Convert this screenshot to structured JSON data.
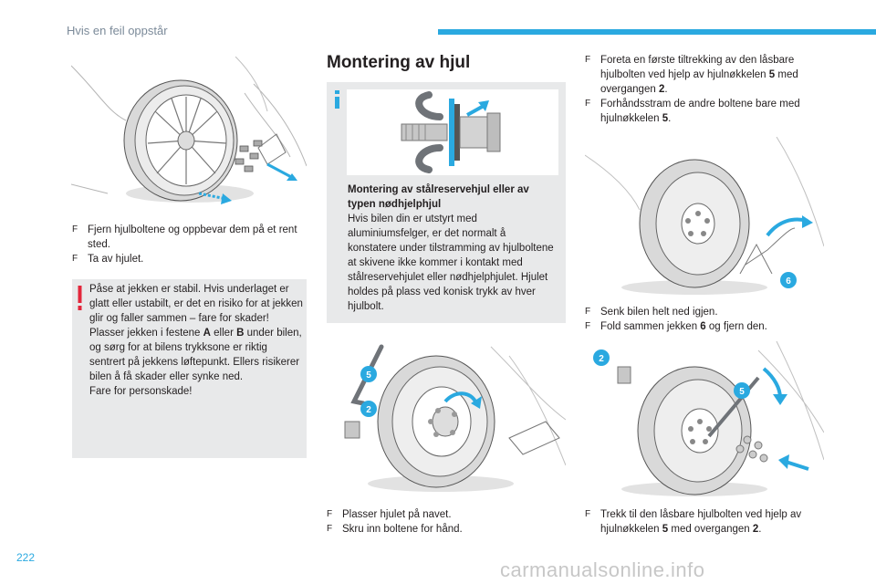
{
  "header": {
    "title": "Hvis en feil oppstår",
    "accent_color": "#2aa9e0"
  },
  "page_number": "222",
  "watermark": "carmanualsonline.info",
  "left_column": {
    "bullets": [
      {
        "symbol": "F",
        "text": "Fjern hjulboltene og oppbevar dem på et rent sted."
      },
      {
        "symbol": "F",
        "text": "Ta av hjulet."
      }
    ],
    "warning": {
      "icon": "exclamation-icon",
      "lines": [
        "Påse at jekken er stabil. Hvis underlaget er glatt eller ustabilt, er det en risiko for at jekken glir og faller sammen – fare for skader!",
        "Plasser jekken i festene ",
        "A",
        " eller ",
        "B",
        " under bilen, og sørg for at bilens trykksone er riktig sentrert på jekkens løftepunkt. Ellers risikerer bilen å få skader eller synke ned.",
        "Fare for personskade!"
      ]
    }
  },
  "middle_column": {
    "section_title": "Montering av hjul",
    "info": {
      "icon": "info-icon",
      "title": "Montering av stålreservehjul eller av typen nødhjelphjul",
      "body": "Hvis bilen din er utstyrt med aluminiumsfelger, er det normalt å konstatere under tilstramming av hjulboltene at skivene ikke kommer i kontakt med stålreservehjulet eller nødhjelphjulet. Hjulet holdes på plass ved konisk trykk av hver hjulbolt."
    },
    "figure_badges": [
      "5",
      "2"
    ],
    "bullets": [
      {
        "symbol": "F",
        "text": "Plasser hjulet på navet."
      },
      {
        "symbol": "F",
        "text": "Skru inn boltene for hånd."
      }
    ]
  },
  "right_column": {
    "top_bullets": [
      {
        "symbol": "F",
        "parts": [
          "Foreta en første tiltrekking av den låsbare hjulbolten ved hjelp av hjulnøkkelen ",
          "5",
          " med overgangen ",
          "2",
          "."
        ]
      },
      {
        "symbol": "F",
        "parts": [
          "Forhåndsstram de andre boltene bare med hjulnøkkelen ",
          "5",
          "."
        ]
      }
    ],
    "figure1_badge": "6",
    "mid_bullets": [
      {
        "symbol": "F",
        "text": "Senk bilen helt ned igjen."
      },
      {
        "symbol": "F",
        "parts": [
          "Fold sammen jekken ",
          "6",
          " og fjern den."
        ]
      }
    ],
    "figure2_badges": [
      "2",
      "5"
    ],
    "bottom_bullets": [
      {
        "symbol": "F",
        "parts": [
          "Trekk til den låsbare hjulbolten ved hjelp av hjulnøkkelen ",
          "5",
          " med overgangen ",
          "2",
          "."
        ]
      }
    ]
  },
  "colors": {
    "badge": "#2aa9e0",
    "arrow": "#2aa9e0",
    "warning": "#e3263b",
    "box_bg": "#e8e9ea"
  }
}
